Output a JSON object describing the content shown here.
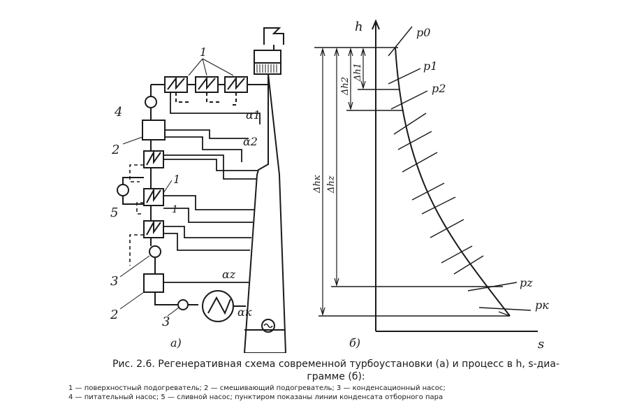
{
  "scheme": {
    "callouts": {
      "surface_heaters": "1",
      "surface_heater_mid": "1",
      "surface_heater_low": "1",
      "feed_pump": "4",
      "mixing_heater_top": "2",
      "mixing_heater_bottom": "2",
      "drain_pump": "5",
      "condensate_pump_mid": "3",
      "condensate_pump_bottom": "3"
    },
    "extraction_labels": {
      "a1": "α1",
      "a2": "α2",
      "az": "αz",
      "ak": "αк"
    },
    "panel_label": "а)"
  },
  "hs_diagram": {
    "axis_h": "h",
    "axis_s": "s",
    "panel_label": "б)",
    "isobars": {
      "p0": "p0",
      "p1": "p1",
      "p2": "p2",
      "pz": "pz",
      "pk": "pк"
    },
    "intervals": {
      "dh1": "Δh1",
      "dh2": "Δh2",
      "dhz": "Δhz",
      "dhk": "Δhк"
    }
  },
  "caption": {
    "title_line1": "Рис. 2.6. Регенеративная схема современной турбоустановки (а) и процесс в h, s-диа-",
    "title_line2": "грамме (б):",
    "legend_line1": "1 — поверхностный подогреватель; 2 — смешивающий подогреватель; 3 — конденсационный насос;",
    "legend_line2": "4 — питательный насос; 5 — сливной насос; пунктиром показаны линии конденсата отборного пара"
  }
}
